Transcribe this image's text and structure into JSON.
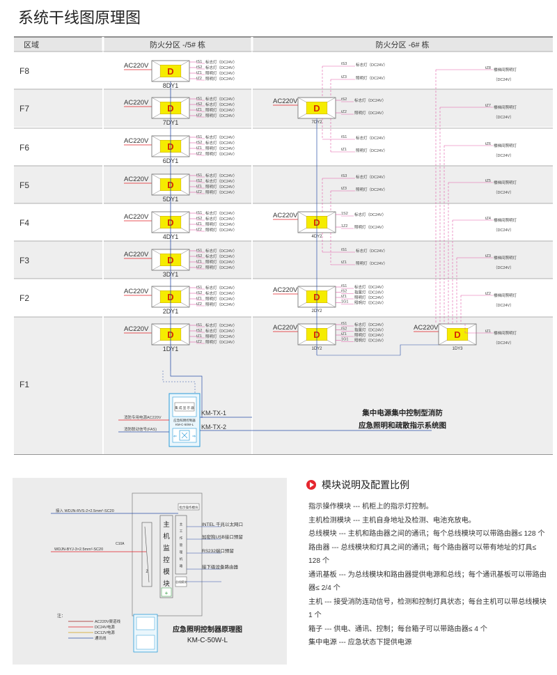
{
  "title": "系统干线图原理图",
  "header": {
    "col_area": "区域",
    "col_left": "防火分区 -/5# 栋",
    "col_right": "防火分区 -6# 栋"
  },
  "floors": [
    "F8",
    "F7",
    "F6",
    "F5",
    "F4",
    "F3",
    "F2",
    "F1"
  ],
  "left_units": [
    {
      "floor": "F8",
      "label": "8DY1",
      "branches": [
        [
          "tS1",
          "标志灯（DC24V）"
        ],
        [
          "tS2",
          "标志灯（DC24V）"
        ],
        [
          "tZ1",
          "照明灯（DC24V）"
        ],
        [
          "tZ2",
          "照明灯（DC24V）"
        ]
      ]
    },
    {
      "floor": "F7",
      "label": "7DY1",
      "branches": [
        [
          "tS1",
          "标志灯（DC24V）"
        ],
        [
          "tS2",
          "标志灯（DC24V）"
        ],
        [
          "tZ1",
          "照明灯（DC24V）"
        ],
        [
          "tZ2",
          "照明灯（DC24V）"
        ]
      ]
    },
    {
      "floor": "F6",
      "label": "6DY1",
      "branches": [
        [
          "tS1",
          "标志灯（DC24V）"
        ],
        [
          "tS2",
          "标志灯（DC24V）"
        ],
        [
          "tZ1",
          "照明灯（DC24V）"
        ],
        [
          "tZ2",
          "照明灯（DC24V）"
        ]
      ]
    },
    {
      "floor": "F5",
      "label": "5DY1",
      "branches": [
        [
          "tS1",
          "标志灯（DC24V）"
        ],
        [
          "tS2",
          "标志灯（DC24V）"
        ],
        [
          "tZ1",
          "照明灯（DC24V）"
        ],
        [
          "tZ2",
          "照明灯（DC24V）"
        ]
      ]
    },
    {
      "floor": "F4",
      "label": "4DY1",
      "branches": [
        [
          "tS1",
          "标志灯（DC24V）"
        ],
        [
          "tS2",
          "标志灯（DC24V）"
        ],
        [
          "tZ1",
          "照明灯（DC24V）"
        ],
        [
          "tZ2",
          "照明灯（DC24V）"
        ]
      ]
    },
    {
      "floor": "F3",
      "label": "3DY1",
      "branches": [
        [
          "tS1",
          "标志灯（DC24V）"
        ],
        [
          "tS2",
          "标志灯（DC24V）"
        ],
        [
          "tZ1",
          "照明灯（DC24V）"
        ],
        [
          "tZ2",
          "照明灯（DC24V）"
        ]
      ]
    },
    {
      "floor": "F2",
      "label": "2DY1",
      "branches": [
        [
          "tS1",
          "标志灯（DC24V）"
        ],
        [
          "tS2",
          "标志灯（DC24V）"
        ],
        [
          "tZ1",
          "照明灯（DC24V）"
        ],
        [
          "tZ2",
          "照明灯（DC24V）"
        ]
      ]
    },
    {
      "floor": "F1",
      "label": "1DY1",
      "branches": [
        [
          "tS1",
          "标志灯（DC24V）"
        ],
        [
          "tS2",
          "标志灯（DC24V）"
        ],
        [
          "tZ1",
          "照明灯（DC24V）"
        ],
        [
          "tZ2",
          "照明灯（DC24V）"
        ]
      ]
    }
  ],
  "ac": "AC220V",
  "box_letter": "D",
  "right_units": [
    {
      "floor": "F7",
      "label": "7DY2",
      "branches": [
        [
          "tS2",
          "标志灯（DC24V）"
        ],
        [
          "tZ2",
          "照明灯（DC24V）"
        ]
      ]
    },
    {
      "floor": "F4",
      "label": "4DY2",
      "branches": [
        [
          "1S2",
          "标志灯（DC24V）"
        ],
        [
          "1Z2",
          "照明灯（DC24V）"
        ]
      ]
    },
    {
      "floor": "F2",
      "label": "2DY2",
      "branches": [
        [
          "tS1",
          "标志灯（DC24V）"
        ],
        [
          "tS2",
          "指置灯（DC24V）"
        ],
        [
          "tZ1",
          "照明灯（DC24V）"
        ],
        [
          "1G1",
          "照明灯（DC24V）"
        ]
      ]
    },
    {
      "floor": "F1",
      "label": "1DY2",
      "branches": [
        [
          "tS1",
          "标志灯（DC24V）"
        ],
        [
          "tS2",
          "指置灯（DC24V）"
        ],
        [
          "tZ1",
          "照明灯（DC24V）"
        ],
        [
          "1G1",
          "照明灯（DC24V）"
        ]
      ]
    },
    {
      "floor": "F1",
      "label": "1DY3",
      "branches": []
    }
  ],
  "right_free": [
    [
      "tS3",
      "标志灯（DC24V）"
    ],
    [
      "tZ3",
      "照明灯（DC24V）"
    ],
    [
      "tS1",
      "标志灯（DC24V）"
    ],
    [
      "tZ1",
      "照明灯（DC24V）"
    ],
    [
      "tS3",
      "标志灯（DC24V）"
    ],
    [
      "tZ3",
      "照明灯（DC24V）"
    ],
    [
      "tS1",
      "标志灯（DC24V）"
    ],
    [
      "tZ1",
      "照明灯（DC24V）"
    ]
  ],
  "far_right": [
    [
      "tZ8",
      "楼梯间照明灯"
    ],
    [
      "tZ7",
      "楼梯间照明灯"
    ],
    [
      "tZ6",
      "楼梯间照明灯"
    ],
    [
      "tZ5",
      "楼梯间照明灯"
    ],
    [
      "tZ4",
      "楼梯间照明灯"
    ],
    [
      "tZ3",
      "楼梯间照明灯"
    ],
    [
      "tZ2",
      "楼梯间照明灯"
    ],
    [
      "tZ1",
      "楼梯间照明灯"
    ]
  ],
  "far_right_sub": "（DC24V）",
  "controller": {
    "screen": "集 成 显 示 器",
    "name": "应急照明控制器",
    "model": "KM-C-50W-L",
    "out1": "KM-TX-1",
    "out2": "KM-TX-2",
    "in1": "消防专用电源AC220V",
    "in2": "消防联动信号(FAS)"
  },
  "system_caption": [
    "集中电源集中控制型消防",
    "应急照明和疏散指示系统图"
  ],
  "lower_diagram": {
    "line1": "接入 WDJN-RVS-2×2.5mm²-SC20",
    "line2": "WDJN-BYJ-3×2.5mm²-SC20",
    "breaker": "C10A",
    "breaker_num": "2",
    "module_chars": [
      "主",
      "机",
      "监",
      "控",
      "模",
      "块"
    ],
    "sub_modules": [
      "主",
      "工",
      "作",
      "管",
      "理",
      "机",
      "箱"
    ],
    "indicator": "指示操作模块",
    "bus_module": "总线模块",
    "ports": [
      "INTEL 千兆以太网口",
      "加密狗USB接口预留",
      "RS232端口预留",
      "接下级设备路由器"
    ],
    "legend_title": "注：",
    "legend": [
      "AC220V渠道线",
      "DC24V电源",
      "DC12V电源",
      "通讯线"
    ],
    "caption": [
      "应急照明控制器原理图",
      "KM-C-50W-L"
    ]
  },
  "modules_title": "模块说明及配置比例",
  "modules": [
    "指示操作模块 --- 机柜上的指示灯控制。",
    "主机检测模块 --- 主机自身地址及检测、电池充放电。",
    "总线模块 --- 主机和路由器之间的通讯；每个总线模块可以带路由器≤ 128 个",
    "路由器 --- 总线模块和灯具之间的通讯；每个路由器可以带有地址的灯具≤ 128 个",
    "通讯基板 --- 为总线模块和路由器提供电源和总线；每个通讯基板可以带路由器≤ 2/4 个",
    "主机 --- 接受消防连动信号，检测和控制灯具状态；每台主机可以带总线模块 1 个",
    "箱子 --- 供电、通讯、控制；每台箱子可以带路由器≤ 4 个",
    "集中电源 --- 应急状态下提供电源"
  ],
  "colors": {
    "box_fill": "#f5ec00",
    "box_letter": "#d62a00",
    "red_line": "#e31e24",
    "blue_line": "#2a4fa8",
    "pink_line": "#e25aa8"
  }
}
